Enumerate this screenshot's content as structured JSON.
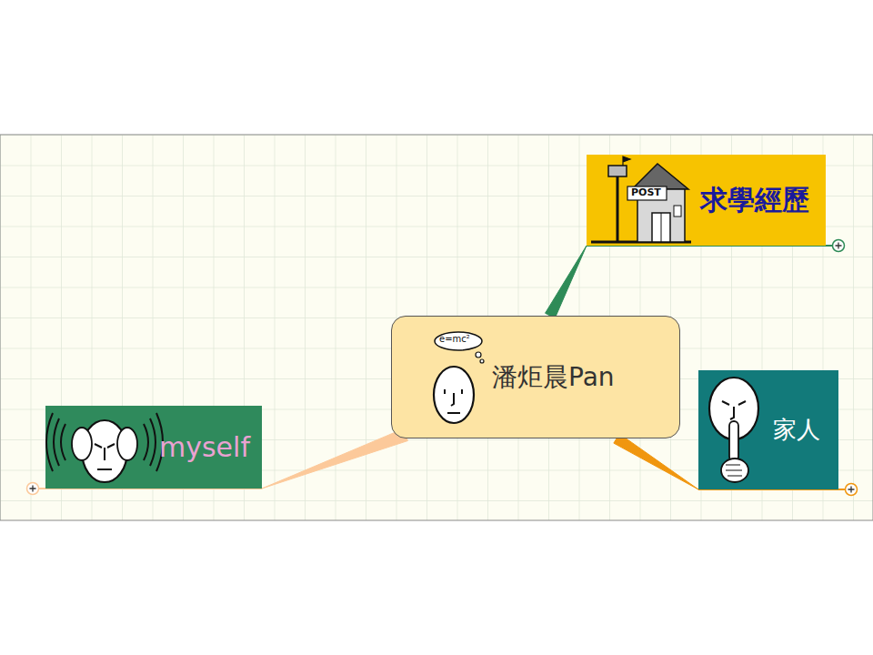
{
  "diagram": {
    "nodes": [
      {
        "text": [
          "潘炬晨Pan"
        ]
      },
      {
        "text": [
          "求學經歷"
        ]
      },
      {
        "text": [
          "家人"
        ]
      },
      {
        "text": [
          "myself"
        ]
      }
    ],
    "edges": [
      {
        "from": 0,
        "to": 1,
        "arrow": "none"
      },
      {
        "from": 0,
        "to": 2,
        "arrow": "none"
      },
      {
        "from": 0,
        "to": 3,
        "arrow": "none"
      }
    ],
    "labels": [
      "e=mc²",
      "POST"
    ]
  }
}
